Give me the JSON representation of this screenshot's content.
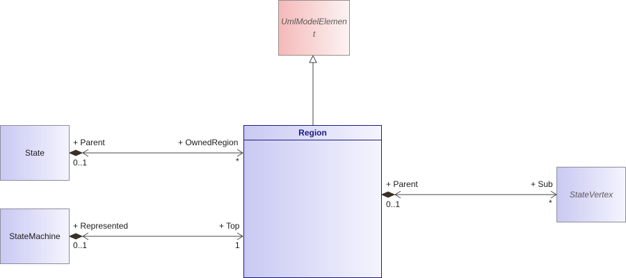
{
  "classes": {
    "uml_model_element": "UmlModelElement",
    "region": "Region",
    "state": "State",
    "state_machine": "StateMachine",
    "state_vertex": "StateVertex"
  },
  "associations": {
    "state_region": {
      "source_role": "+ Parent",
      "source_mult": "0..1",
      "target_role": "+ OwnedRegion",
      "target_mult": "*"
    },
    "statemachine_region": {
      "source_role": "+ Represented",
      "source_mult": "0..1",
      "target_role": "+ Top",
      "target_mult": "1"
    },
    "region_vertex": {
      "source_role": "+ Parent",
      "source_mult": "0..1",
      "target_role": "+ Sub",
      "target_mult": "*"
    }
  },
  "colors": {
    "class_fill": "#c9c9f3",
    "abstract_fill": "#f5b9b9",
    "region_border": "#1a1a80",
    "line": "#444444"
  }
}
